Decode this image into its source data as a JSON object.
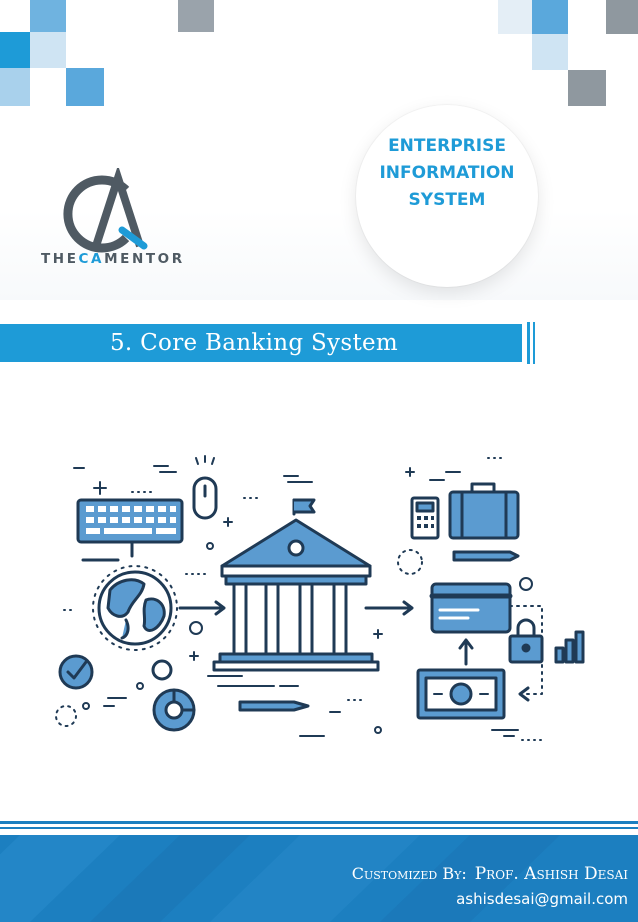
{
  "logo": {
    "monogram": "CA",
    "word_prefix": "THE",
    "word_accent": "CA",
    "word_suffix": "MENTOR"
  },
  "badge": {
    "line1": "ENTERPRISE",
    "line2": "INFORMATION",
    "line3": "SYSTEM"
  },
  "chapter": {
    "title": "5. Core Banking System"
  },
  "footer": {
    "credit_label": "Customized By:",
    "credit_name": "Prof. Ashish Desai",
    "email": "ashisdesai@gmail.com"
  },
  "colors": {
    "accent_blue": "#1e9bd7",
    "footer_blue": "#1c7fc0",
    "logo_gray": "#4f5a63",
    "illustration_fill": "#5b9bd0",
    "illustration_outline": "#1f3a55"
  },
  "illustration": {
    "icons": [
      "keyboard-icon",
      "mouse-icon",
      "globe-icon",
      "bank-building-icon",
      "calculator-icon",
      "briefcase-icon",
      "pencil-icon",
      "credit-card-icon",
      "padlock-icon",
      "bar-chart-icon",
      "banknote-icon",
      "checkmark-icon",
      "donut-chart-icon",
      "pen-icon"
    ]
  }
}
